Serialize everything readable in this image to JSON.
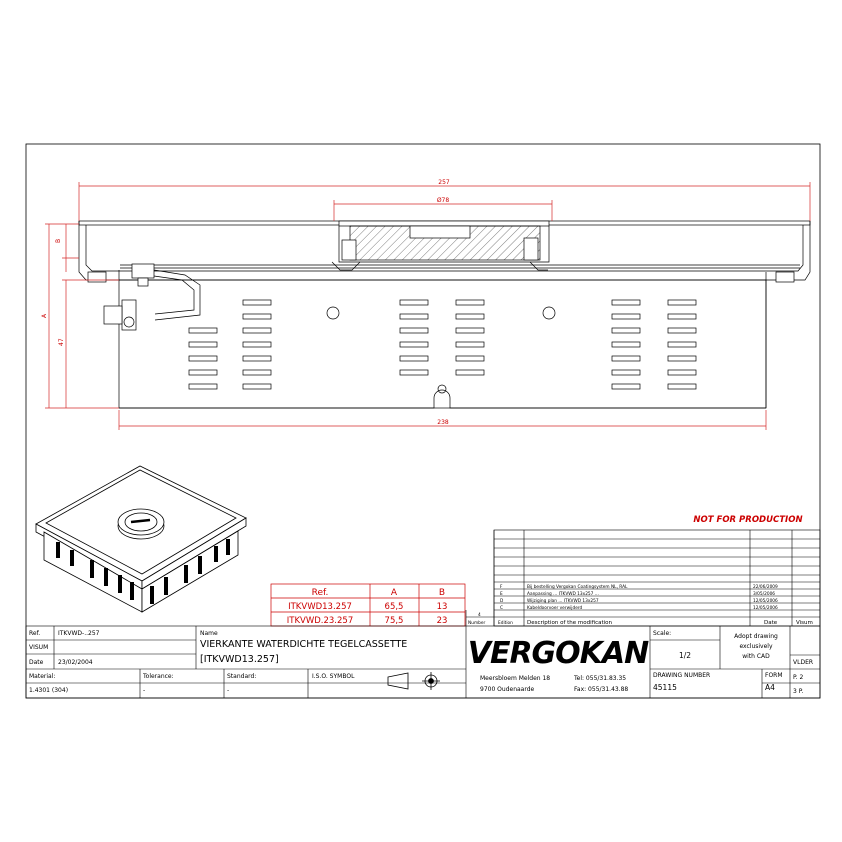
{
  "drawing": {
    "dimensions": {
      "top_width": "257",
      "diameter": "Ø78",
      "height_b": "B",
      "height_a": "A",
      "height_47": "47",
      "bottom_width": "238"
    },
    "warning": "NOT FOR PRODUCTION"
  },
  "ref_table": {
    "headers": [
      "Ref.",
      "A",
      "B"
    ],
    "rows": [
      [
        "ITKVWD13.257",
        "65,5",
        "13"
      ],
      [
        "ITKVWD.23.257",
        "75,5",
        "23"
      ]
    ]
  },
  "revisions": {
    "rows": [
      {
        "ed": "F",
        "desc": "Bij bestelling Vergokan Coatingsystem NL, RAL",
        "date": "22/06/2009"
      },
      {
        "ed": "E",
        "desc": "Aanpassing ... ITKVWD 13x257 ...",
        "date": "3/05/2006"
      },
      {
        "ed": "D",
        "desc": "Wijziging plan ... ITKVWD 13x257",
        "date": "12/05/2006"
      },
      {
        "ed": "C",
        "desc": "Kabeldoorvoer verwijderd",
        "date": "12/05/2006"
      }
    ],
    "footer_num": "4",
    "col_number": "Number",
    "col_edition": "Edition",
    "col_desc": "Description of the modification",
    "col_date": "Date",
    "col_visum": "Visum"
  },
  "title_block": {
    "ref_label": "Ref.",
    "ref_value": "ITKVWD-..257",
    "visum_label": "VISUM",
    "date_label": "Date",
    "date_value": "23/02/2004",
    "name_label": "Name",
    "name_line1": "VIERKANTE WATERDICHTE TEGELCASSETTE",
    "name_line2": "[ITKVWD13.257]",
    "material_label": "Material:",
    "material_value": "1.4301 (304)",
    "tolerance_label": "Tolerance:",
    "tolerance_value": "-",
    "standard_label": "Standard:",
    "standard_value": "-",
    "iso_symbol": "I.S.O. SYMBOL",
    "company": "VERGOKAN",
    "address1": "Meersbloem Melden 18",
    "address2": "9700 Oudenaarde",
    "tel": "Tel: 055/31.83.35",
    "fax": "Fax: 055/31.43.88",
    "scale_label": "Scale:",
    "scale_value": "1/2",
    "adopt_note_1": "Adopt drawing",
    "adopt_note_2": "exclusively",
    "adopt_note_3": "with CAD",
    "drawing_number_label": "DRAWING NUMBER",
    "drawing_number": "45115",
    "form_label": "FORM",
    "form_value": "A4",
    "vlder_label": "VLDER",
    "page_label": "P. 2",
    "pages_label": "3 P."
  }
}
